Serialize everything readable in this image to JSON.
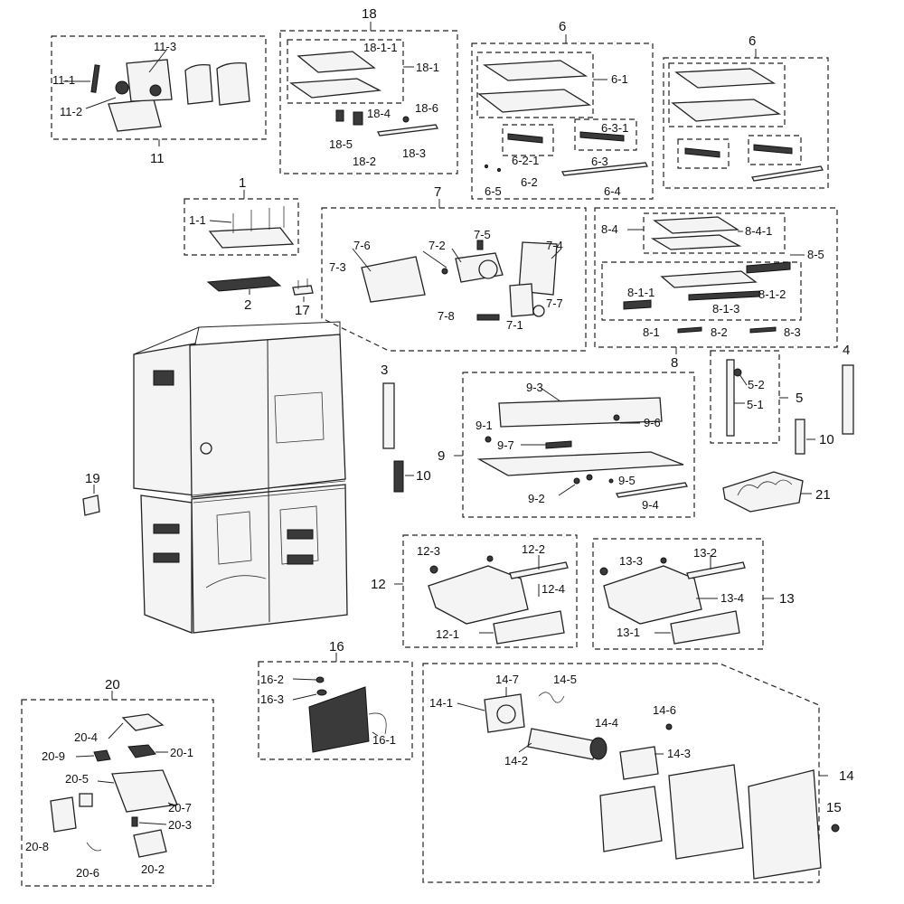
{
  "groups": [
    {
      "id": "1",
      "label": "1"
    },
    {
      "id": "2",
      "label": "2"
    },
    {
      "id": "3",
      "label": "3"
    },
    {
      "id": "4",
      "label": "4"
    },
    {
      "id": "5",
      "label": "5"
    },
    {
      "id": "6a",
      "label": "6"
    },
    {
      "id": "6b",
      "label": "6"
    },
    {
      "id": "7",
      "label": "7"
    },
    {
      "id": "8",
      "label": "8"
    },
    {
      "id": "9",
      "label": "9"
    },
    {
      "id": "10a",
      "label": "10"
    },
    {
      "id": "10b",
      "label": "10"
    },
    {
      "id": "11",
      "label": "11"
    },
    {
      "id": "12",
      "label": "12"
    },
    {
      "id": "13",
      "label": "13"
    },
    {
      "id": "14",
      "label": "14"
    },
    {
      "id": "15",
      "label": "15"
    },
    {
      "id": "16",
      "label": "16"
    },
    {
      "id": "17",
      "label": "17"
    },
    {
      "id": "18",
      "label": "18"
    },
    {
      "id": "19",
      "label": "19"
    },
    {
      "id": "20",
      "label": "20"
    },
    {
      "id": "21",
      "label": "21"
    }
  ],
  "callouts": {
    "c1_1": "1-1",
    "c5_1": "5-1",
    "c5_2": "5-2",
    "c6_1": "6-1",
    "c6_2": "6-2",
    "c6_2_1": "6-2-1",
    "c6_3": "6-3",
    "c6_3_1": "6-3-1",
    "c6_4": "6-4",
    "c6_5": "6-5",
    "c7_1": "7-1",
    "c7_2": "7-2",
    "c7_3": "7-3",
    "c7_4": "7-4",
    "c7_5": "7-5",
    "c7_6": "7-6",
    "c7_7": "7-7",
    "c7_8": "7-8",
    "c8_1": "8-1",
    "c8_1_1": "8-1-1",
    "c8_1_2": "8-1-2",
    "c8_1_3": "8-1-3",
    "c8_2": "8-2",
    "c8_3": "8-3",
    "c8_4": "8-4",
    "c8_4_1": "8-4-1",
    "c8_5": "8-5",
    "c9_1": "9-1",
    "c9_2": "9-2",
    "c9_3": "9-3",
    "c9_4": "9-4",
    "c9_5": "9-5",
    "c9_6": "9-6",
    "c9_7": "9-7",
    "c11_1": "11-1",
    "c11_2": "11-2",
    "c11_3": "11-3",
    "c12_1": "12-1",
    "c12_2": "12-2",
    "c12_3": "12-3",
    "c12_4": "12-4",
    "c13_1": "13-1",
    "c13_2": "13-2",
    "c13_3": "13-3",
    "c13_4": "13-4",
    "c14_1": "14-1",
    "c14_2": "14-2",
    "c14_3": "14-3",
    "c14_4": "14-4",
    "c14_5": "14-5",
    "c14_6": "14-6",
    "c14_7": "14-7",
    "c16_1": "16-1",
    "c16_2": "16-2",
    "c16_3": "16-3",
    "c18_1": "18-1",
    "c18_1_1": "18-1-1",
    "c18_2": "18-2",
    "c18_3": "18-3",
    "c18_4": "18-4",
    "c18_5": "18-5",
    "c18_6": "18-6",
    "c20_1": "20-1",
    "c20_2": "20-2",
    "c20_3": "20-3",
    "c20_4": "20-4",
    "c20_5": "20-5",
    "c20_6": "20-6",
    "c20_7": "20-7",
    "c20_8": "20-8",
    "c20_9": "20-9"
  }
}
